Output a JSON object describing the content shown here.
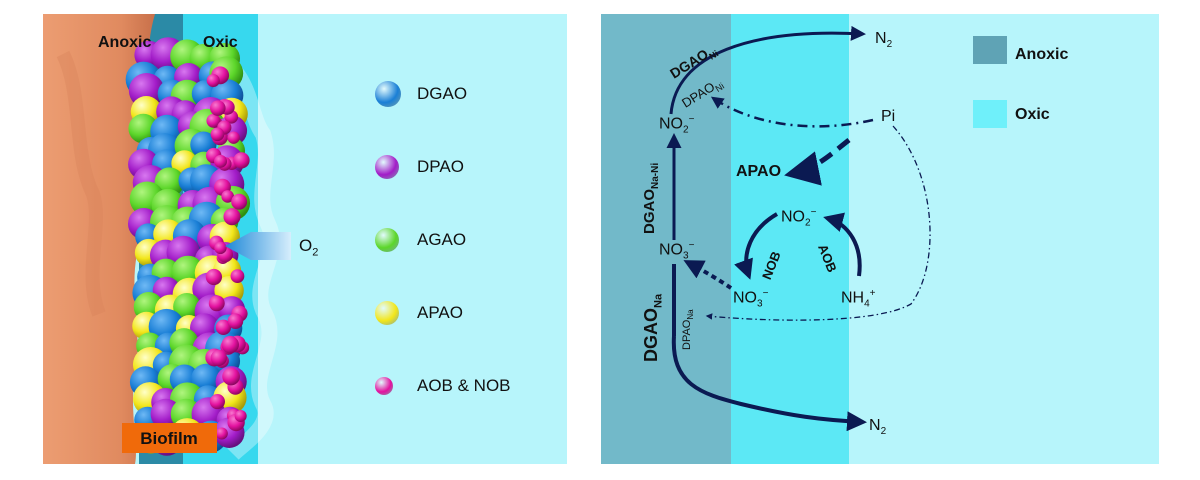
{
  "left": {
    "zones": {
      "anoxic": "Anoxic",
      "oxic": "Oxic"
    },
    "biofilm_label": "Biofilm",
    "oxygen": {
      "base": "O",
      "sub": "2"
    },
    "legend": [
      {
        "name": "DGAO",
        "color": "#1a7fd6"
      },
      {
        "name": "DPAO",
        "color": "#a21cc8"
      },
      {
        "name": "AGAO",
        "color": "#5cd62a"
      },
      {
        "name": "APAO",
        "color": "#f2e61a"
      },
      {
        "name": "AOB & NOB",
        "color": "#e3119f"
      }
    ],
    "colors": {
      "biofilm_body": "#e9966c",
      "anoxic_band": "#2b8aa6",
      "oxic_band": "#37d8ee",
      "bulk": "#b7f5fb",
      "label_bg": "#f06a0a"
    }
  },
  "right": {
    "legend": [
      {
        "name": "Anoxic",
        "color": "#5fa3b5"
      },
      {
        "name": "Oxic",
        "color": "#6ff0fa"
      }
    ],
    "colors": {
      "anoxic": "#72b9c9",
      "oxic": "#5ce8f5",
      "bulk": "#b7f5fb",
      "arrow": "#0b1a52"
    },
    "species": {
      "n2_top": {
        "base": "N",
        "sub": "2",
        "sup": ""
      },
      "n2_bottom": {
        "base": "N",
        "sub": "2",
        "sup": ""
      },
      "no2_left": {
        "base": "NO",
        "sub": "2",
        "sup": "−"
      },
      "no3_left": {
        "base": "NO",
        "sub": "3",
        "sup": "−"
      },
      "no2_center": {
        "base": "NO",
        "sub": "2",
        "sup": "−"
      },
      "no3_center": {
        "base": "NO",
        "sub": "3",
        "sup": "−"
      },
      "nh4": {
        "base": "NH",
        "sub": "4",
        "sup": "+"
      },
      "pi": "Pi"
    },
    "organisms": {
      "dgao_ni": {
        "base": "DGAO",
        "sub": "Ni"
      },
      "dpao_ni": {
        "base": "DPAO",
        "sub": "Ni"
      },
      "dgao_nani": {
        "base": "DGAO",
        "sub": "Na-Ni"
      },
      "dgao_na": {
        "base": "DGAO",
        "sub": "Na"
      },
      "dpao_na": {
        "base": "DPAO",
        "sub": "Na"
      },
      "apao": "APAO",
      "nob": "NOB",
      "aob": "AOB"
    }
  }
}
